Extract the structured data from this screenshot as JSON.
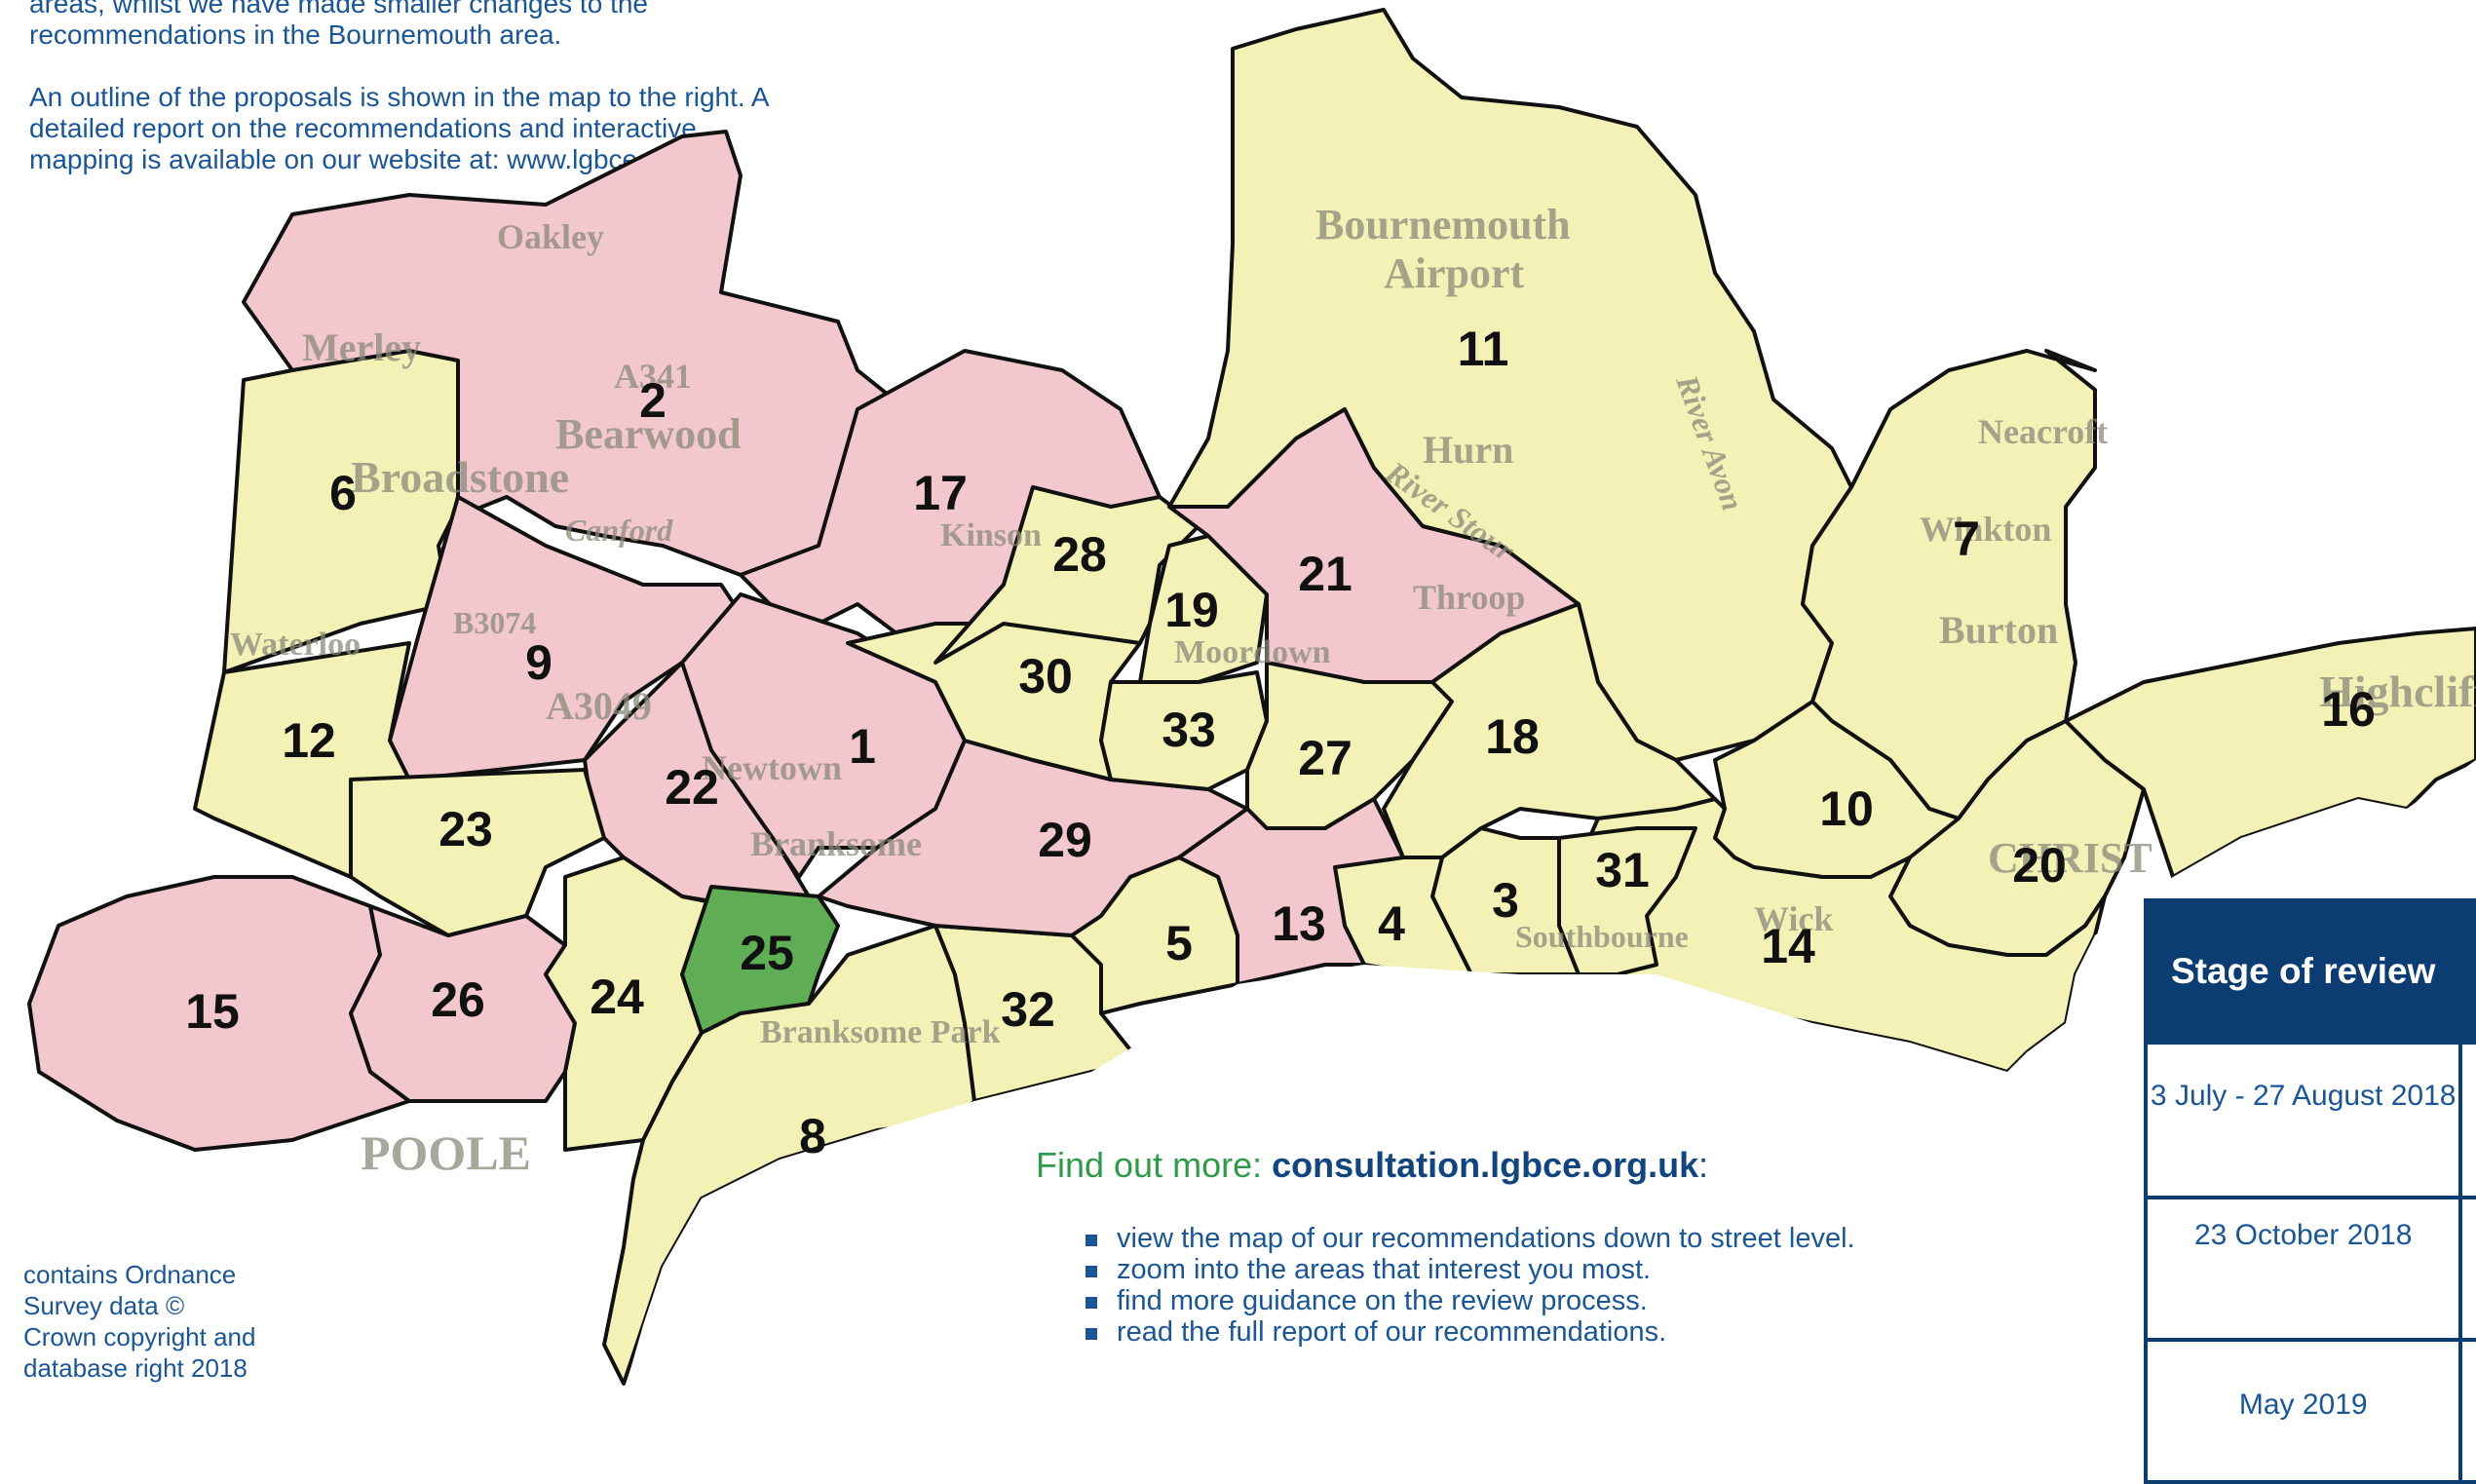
{
  "intro": {
    "line1": "areas, whilst we have made smaller changes to the",
    "line2": "recommendations in the Bournemouth area.",
    "para2": "An outline of the proposals is shown in the map to the right. A detailed report on the recommendations and interactive mapping is available on our website at: www.lgbce.org.uk."
  },
  "map": {
    "colors": {
      "pink": "#f2c7cd",
      "yellow": "#f3f1b6",
      "land_yellow": "#f4f2bf",
      "boundary": "#111111",
      "green": "#5fae56"
    },
    "wards": [
      {
        "n": "1"
      },
      {
        "n": "2"
      },
      {
        "n": "3"
      },
      {
        "n": "4"
      },
      {
        "n": "5"
      },
      {
        "n": "6"
      },
      {
        "n": "7"
      },
      {
        "n": "8"
      },
      {
        "n": "9"
      },
      {
        "n": "10"
      },
      {
        "n": "11"
      },
      {
        "n": "12"
      },
      {
        "n": "13"
      },
      {
        "n": "14"
      },
      {
        "n": "15"
      },
      {
        "n": "16"
      },
      {
        "n": "17"
      },
      {
        "n": "18"
      },
      {
        "n": "19"
      },
      {
        "n": "20"
      },
      {
        "n": "21"
      },
      {
        "n": "22"
      },
      {
        "n": "23"
      },
      {
        "n": "24"
      },
      {
        "n": "25"
      },
      {
        "n": "26"
      },
      {
        "n": "27"
      },
      {
        "n": "28"
      },
      {
        "n": "29"
      },
      {
        "n": "30"
      },
      {
        "n": "31"
      },
      {
        "n": "32"
      },
      {
        "n": "33"
      }
    ],
    "place_labels": [
      "Bournemouth",
      "Airport",
      "Hurn",
      "Broadstone",
      "Bearwood",
      "Newtown",
      "Branksome",
      "Branksome Park",
      "POOLE",
      "Southbourne",
      "Wick",
      "Burton",
      "Throop",
      "Moordown",
      "Kinson",
      "Canford",
      "Oakley",
      "Merley",
      "Waterloo",
      "CHRIST",
      "Neacroft",
      "Winkton",
      "Highcliffe",
      "A341",
      "A3049",
      "B3074",
      "River Avon",
      "River Stour"
    ]
  },
  "find_more": {
    "prefix": "Find out more: ",
    "url": "consultation.lgbce.org.uk",
    "suffix": ":",
    "bullets": [
      "view the map of our recommendations down to street level.",
      "zoom into the areas that interest you most.",
      "find more guidance on the review process.",
      "read the full report of our recommendations."
    ]
  },
  "copyright": "contains Ordnance Survey data © Crown copyright and database right 2018",
  "stage_table": {
    "header": "Stage of review",
    "rows": [
      "3 July - 27 August 2018",
      "23 October 2018",
      "May 2019"
    ]
  }
}
